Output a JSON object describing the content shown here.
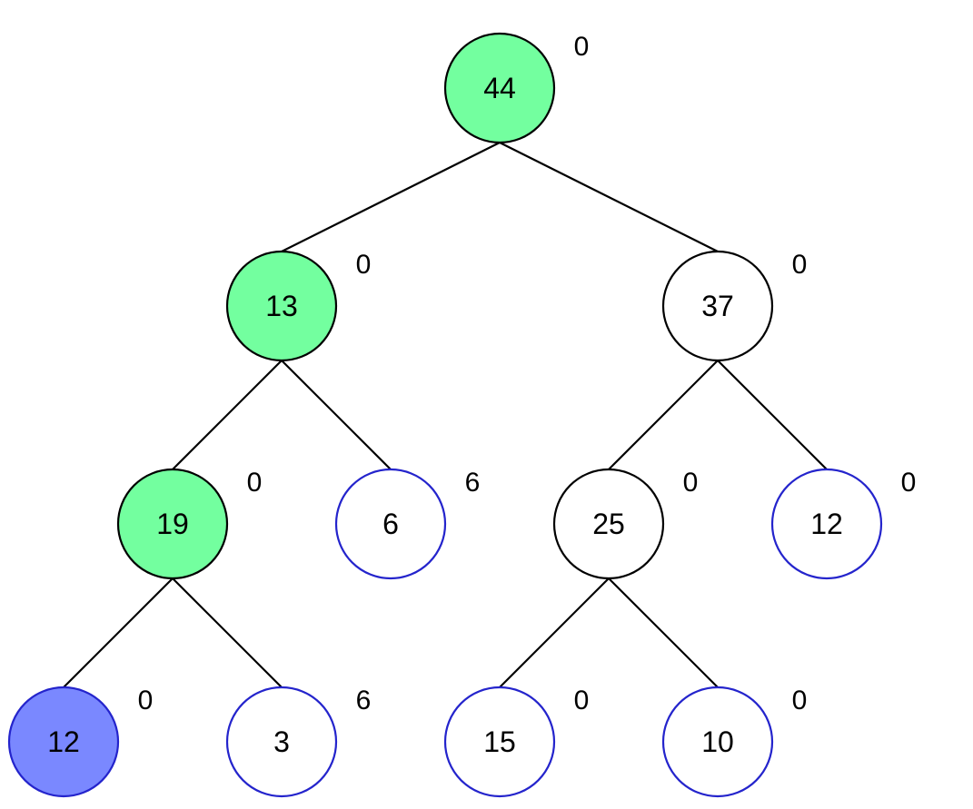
{
  "tree": {
    "colors": {
      "edge": "#000000",
      "default_fill": "#ffffff",
      "default_stroke": "#000000",
      "highlight_fill": "#73ff9f",
      "highlight_stroke": "#000000",
      "leaf_stroke": "#2424cc",
      "selected_fill": "#7a88ff",
      "selected_stroke": "#2424cc"
    },
    "nodes": [
      {
        "id": "n44",
        "value": "44",
        "annotation": "0",
        "state": "highlighted"
      },
      {
        "id": "n13",
        "value": "13",
        "annotation": "0",
        "state": "highlighted"
      },
      {
        "id": "n37",
        "value": "37",
        "annotation": "0",
        "state": "default"
      },
      {
        "id": "n19",
        "value": "19",
        "annotation": "0",
        "state": "highlighted"
      },
      {
        "id": "n6",
        "value": "6",
        "annotation": "6",
        "state": "leaf"
      },
      {
        "id": "n25",
        "value": "25",
        "annotation": "0",
        "state": "default"
      },
      {
        "id": "n12r",
        "value": "12",
        "annotation": "0",
        "state": "leaf"
      },
      {
        "id": "n12l",
        "value": "12",
        "annotation": "0",
        "state": "selected-leaf"
      },
      {
        "id": "n3",
        "value": "3",
        "annotation": "6",
        "state": "leaf"
      },
      {
        "id": "n15",
        "value": "15",
        "annotation": "0",
        "state": "leaf"
      },
      {
        "id": "n10",
        "value": "10",
        "annotation": "0",
        "state": "leaf"
      }
    ],
    "edges": [
      {
        "from": "n44",
        "to": "n13"
      },
      {
        "from": "n44",
        "to": "n37"
      },
      {
        "from": "n13",
        "to": "n19"
      },
      {
        "from": "n13",
        "to": "n6"
      },
      {
        "from": "n37",
        "to": "n25"
      },
      {
        "from": "n37",
        "to": "n12r"
      },
      {
        "from": "n19",
        "to": "n12l"
      },
      {
        "from": "n19",
        "to": "n3"
      },
      {
        "from": "n25",
        "to": "n15"
      },
      {
        "from": "n25",
        "to": "n10"
      }
    ]
  }
}
